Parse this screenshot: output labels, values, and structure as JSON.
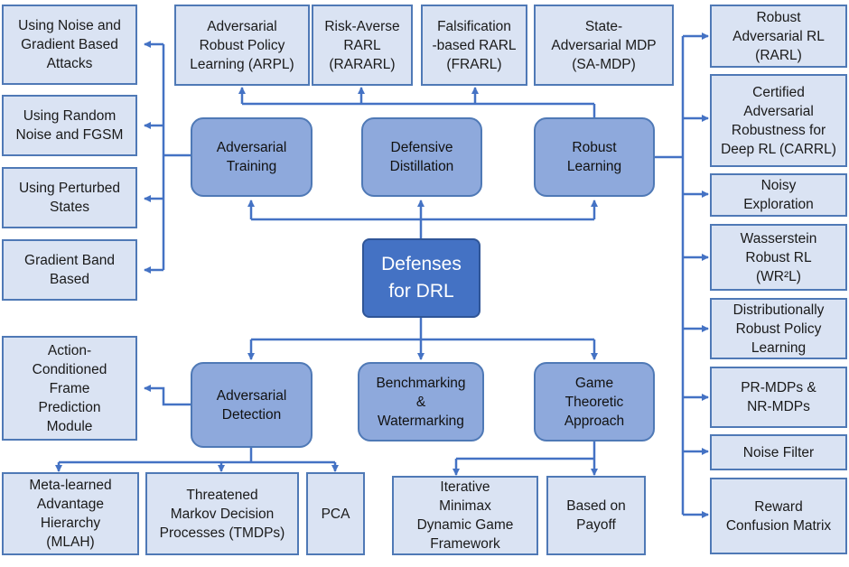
{
  "root": {
    "label": "Defenses\nfor DRL"
  },
  "categories": {
    "adversarial_training": "Adversarial\nTraining",
    "defensive_distillation": "Defensive\nDistillation",
    "robust_learning": "Robust\nLearning",
    "adversarial_detection": "Adversarial\nDetection",
    "benchmarking": "Benchmarking\n&\nWatermarking",
    "game_theoretic": "Game\nTheoretic\nApproach"
  },
  "adversarial_training_items": [
    "Using Noise and\nGradient Based\nAttacks",
    "Using Random\nNoise and FGSM",
    "Using Perturbed\nStates",
    "Gradient Band\nBased"
  ],
  "top_items": [
    "Adversarial\nRobust Policy\nLearning (ARPL)",
    "Risk-Averse\nRARL\n(RARARL)",
    "Falsification\n-based RARL\n(FRARL)",
    "State-\nAdversarial MDP\n(SA-MDP)"
  ],
  "robust_learning_items": [
    "Robust\nAdversarial RL\n(RARL)",
    "Certified\nAdversarial\nRobustness for\nDeep RL (CARRL)",
    "Noisy\nExploration",
    "Wasserstein\nRobust RL\n(WR²L)",
    "Distributionally\nRobust Policy\nLearning",
    "PR-MDPs &\nNR-MDPs",
    "Noise Filter",
    "Reward\nConfusion Matrix"
  ],
  "detection_items": [
    "Action-\nConditioned\nFrame\nPrediction\nModule",
    "Meta-learned\nAdvantage\nHierarchy\n(MLAH)",
    "Threatened\nMarkov Decision\nProcesses (TMDPs)",
    "PCA"
  ],
  "game_items": [
    "Iterative\nMinimax\nDynamic Game\nFramework",
    "Based on\nPayoff"
  ],
  "colors": {
    "line": "#4472c4",
    "leaf_fill": "#dae3f3",
    "category_fill": "#8ea9dc",
    "root_fill": "#4472c4"
  }
}
